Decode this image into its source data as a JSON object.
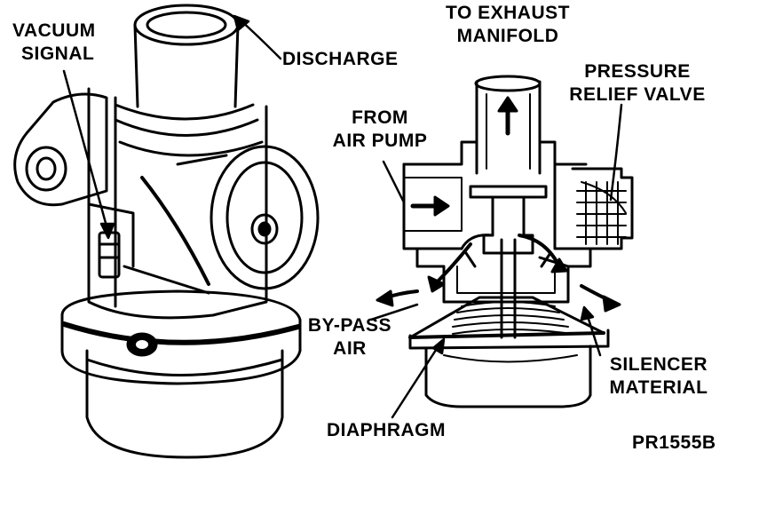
{
  "labels": {
    "vacuum_signal": [
      "VACUUM",
      "SIGNAL"
    ],
    "discharge": "DISCHARGE",
    "to_exhaust_manifold": [
      "TO EXHAUST",
      "MANIFOLD"
    ],
    "pressure_relief_valve": [
      "PRESSURE",
      "RELIEF VALVE"
    ],
    "from_air_pump": [
      "FROM",
      "AIR PUMP"
    ],
    "by_pass_air": [
      "BY-PASS",
      "AIR"
    ],
    "silencer_material": [
      "SILENCER",
      "MATERIAL"
    ],
    "diaphragm": "DIAPHRAGM",
    "figure_code": "PR1555B"
  },
  "colors": {
    "ink": "#000000",
    "paper": "#ffffff"
  }
}
